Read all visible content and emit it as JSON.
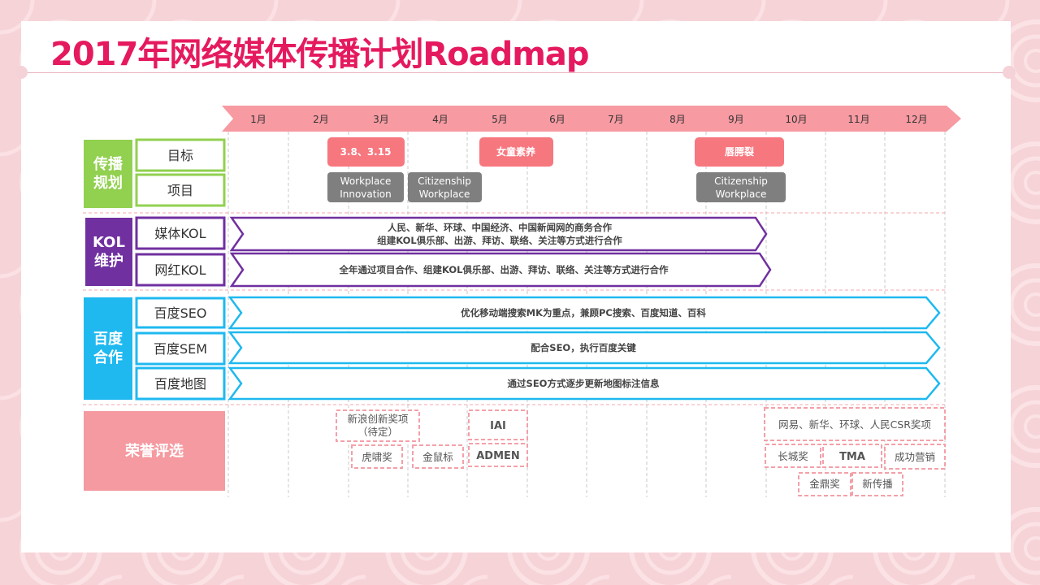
{
  "title": "2017年网络媒体传播计划Roadmap",
  "months": [
    "1月",
    "2月",
    "3月",
    "4月",
    "5月",
    "6月",
    "7月",
    "8月",
    "9月",
    "10月",
    "11月",
    "12月"
  ],
  "groups": {
    "plan": {
      "label_lines": [
        "传播",
        "规划"
      ],
      "color": "#92d050"
    },
    "kol": {
      "label_lines": [
        "KOL",
        "维护"
      ],
      "color": "#7030a0"
    },
    "baidu": {
      "label_lines": [
        "百度",
        "合作"
      ],
      "color": "#1fb9f0"
    },
    "honor": {
      "label": "荣誉评选",
      "color": "#f59aa0"
    }
  },
  "rows": {
    "goal": "目标",
    "project": "项目",
    "media_kol": "媒体KOL",
    "web_kol": "网红KOL",
    "seo": "百度SEO",
    "sem": "百度SEM",
    "map": "百度地图"
  },
  "goals": {
    "g1": "3.8、3.15",
    "g2": "女童素养",
    "g3": "唇腭裂"
  },
  "projects": {
    "p1": [
      "Workplace",
      "Innovation"
    ],
    "p2": [
      "Citizenship",
      "Workplace"
    ],
    "p3": [
      "Citizenship",
      "Workplace"
    ]
  },
  "bars": {
    "media_kol": [
      "人民、新华、环球、中国经济、中国新闻网的商务合作",
      "组建KOL俱乐部、出游、拜访、联络、关注等方式进行合作"
    ],
    "web_kol": "全年通过项目合作、组建KOL俱乐部、出游、拜访、联络、关注等方式进行合作",
    "seo": "优化移动端搜索MK为重点，兼顾PC搜索、百度知道、百科",
    "sem": "配合SEO，执行百度关键",
    "map": "通过SEO方式逐步更新地图标注信息"
  },
  "awards": {
    "sina": [
      "新浪创新奖项",
      "（待定）"
    ],
    "huxiao": "虎啸奖",
    "jinshu": "金鼠标",
    "iai": "IAI",
    "admen": "ADMEN",
    "netease": "网易、新华、环球、人民CSR奖项",
    "changcheng": "长城奖",
    "tma": "TMA",
    "chenggong": "成功营销",
    "jinding": "金鼎奖",
    "xinchuanbo": "新传播"
  },
  "colors": {
    "accent": "#e5195f",
    "month_band": "#f79aa2",
    "goal_box": "#f7777f",
    "project_box": "#7f7f7f",
    "kol_bar": "#7030a0",
    "baidu_bar": "#1fb9f0",
    "award_dash": "#f4a0a8"
  }
}
